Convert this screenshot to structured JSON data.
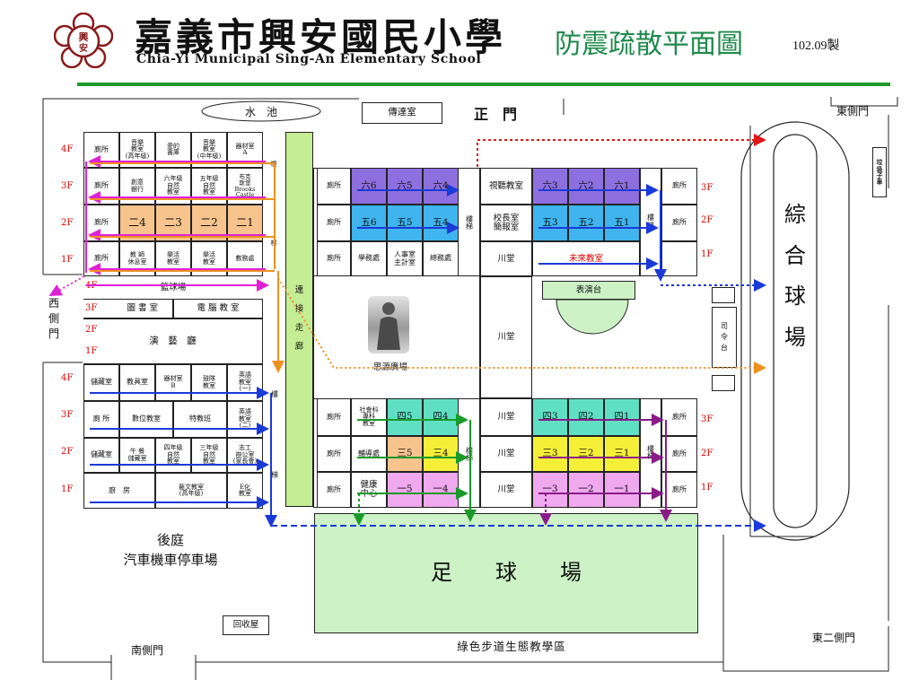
{
  "header": {
    "school_cn": "嘉義市興安國民小學",
    "school_en": "Chia-Yi Municipal Sing-An Elementary School",
    "logo_char": "興安",
    "title": "防震疏散平面圖",
    "year": "102.09製"
  },
  "gates": {
    "main": "正　門",
    "east": "東側門",
    "west": "西\n側\n門",
    "south": "南側門",
    "east2": "東二側門"
  },
  "landmarks": {
    "pond": "水　池",
    "guard": "傳達室",
    "trash": "垃\n圾\n子\n車",
    "corridor": "連\n\n接\n\n走\n\n廊",
    "basketball": "籃球場",
    "plaza": "思源廣場",
    "stage": "表演台",
    "podium": "司\n令\n台",
    "sports_field": "綜\n\n合\n\n球\n\n場",
    "soccer": "足　　球　　場",
    "backyard": "後庭\n汽車機車停車場",
    "recycle": "回收屋",
    "green_path": "綠色步道生態教學區",
    "hall": "川堂"
  },
  "colors": {
    "purple": "#8e6fe0",
    "blue": "#3fb4ee",
    "orange": "#f7c48e",
    "teal": "#5fe0c4",
    "yellow": "#f6ef38",
    "pink": "#f0a8ee",
    "green": "#ccf2c6",
    "corridor": "#c4ed94",
    "header_rule": "#1e9a2c"
  },
  "floors": {
    "f4": "4F",
    "f3": "3F",
    "f2": "2F",
    "f1": "1F"
  },
  "rooms": {
    "wc": "廁所",
    "wc_sp": "廁 所",
    "stair": "樓\n梯",
    "stair1": "樓",
    "stair2": "梯",
    "music_low": "音樂\n教室\n(高年級)",
    "love_lib": "愛的\n書庫",
    "music_mid": "音樂\n教室\n(中年級)",
    "equip_a": "器材室\nA",
    "innov_bank": "創意\n銀行",
    "nature6": "六年級\n自然\n教室",
    "nature5": "五年級\n自然\n教室",
    "bruner": "布克\n斯堡\nBrooks Castle",
    "c24": "二4",
    "c23": "二3",
    "c22": "二2",
    "c21": "二1",
    "teacher_rest": "教 師\n休息室",
    "life1": "樂活\n教室",
    "life2": "樂活\n教室",
    "teach_office": "教務處",
    "library": "圖 書 室",
    "computer": "電 腦 教 室",
    "arts_hall": "演　藝　廳",
    "storage": "儲藏室",
    "teaching_tools": "教具室",
    "equip_b": "器材室\nB",
    "band": "鼓隊\n教室",
    "eng1": "英語\n教室\n(一)",
    "eng2": "英語\n教室\n(二)",
    "digital": "數位教室",
    "special": "特教班",
    "lunch": "午 餐\n儲藏室",
    "nature4": "四年級\n自然\n教室",
    "nature3": "三年級\n自然\n教室",
    "volunteer": "志工\n辦公室\n(家長會)",
    "kitchen": "廚　房",
    "art_room": "藝文教室\n(高年級)",
    "e_room": "E化\n教室",
    "c66": "六6",
    "c65": "六5",
    "c64": "六4",
    "c56": "五6",
    "c55": "五5",
    "c54": "五4",
    "student_affairs": "學務處",
    "personnel": "人事室\n主計室",
    "general": "總務處",
    "av_room": "視聽教室",
    "c63": "六3",
    "c62": "六2",
    "c61": "六1",
    "principal": "校長室\n簡報室",
    "c53": "五3",
    "c52": "五2",
    "c51": "五1",
    "future": "未來教室",
    "social": "社會科\n專科\n教室",
    "c45": "四5",
    "c44": "四4",
    "counsel": "輔導處",
    "c35": "三5",
    "c34": "三4",
    "health": "健康\n中心",
    "c15": "一5",
    "c14": "一4",
    "c43": "四3",
    "c42": "四2",
    "c41": "四1",
    "c33": "三3",
    "c32": "三2",
    "c31": "三1",
    "c13": "一3",
    "c12": "一2",
    "c11": "一1"
  }
}
